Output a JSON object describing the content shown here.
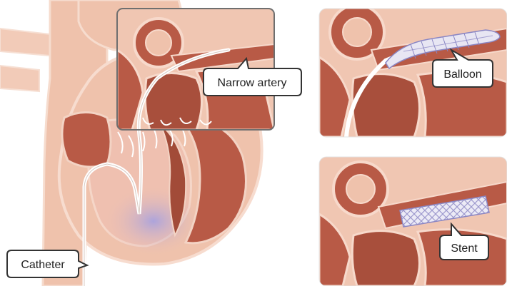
{
  "labels": {
    "narrow_artery": "Narrow artery",
    "catheter": "Catheter",
    "balloon": "Balloon",
    "stent": "Stent"
  },
  "colors": {
    "outer_heart": "#efc2ac",
    "outer_heart_stroke": "#f4d8ca",
    "inner_muscle": "#b85a46",
    "muscle_dark": "#9a4533",
    "chamber": "#efc0b0",
    "ventricle_blue": "#b0a8dc",
    "vessel": "#e7b09a",
    "catheter": "#ffffff",
    "panel_border": "#6f6f6f",
    "label_border": "#333333"
  },
  "icons": {
    "heart": "heart-illustration",
    "stent_mesh": "stent-mesh-graphic",
    "balloon": "balloon-graphic"
  }
}
